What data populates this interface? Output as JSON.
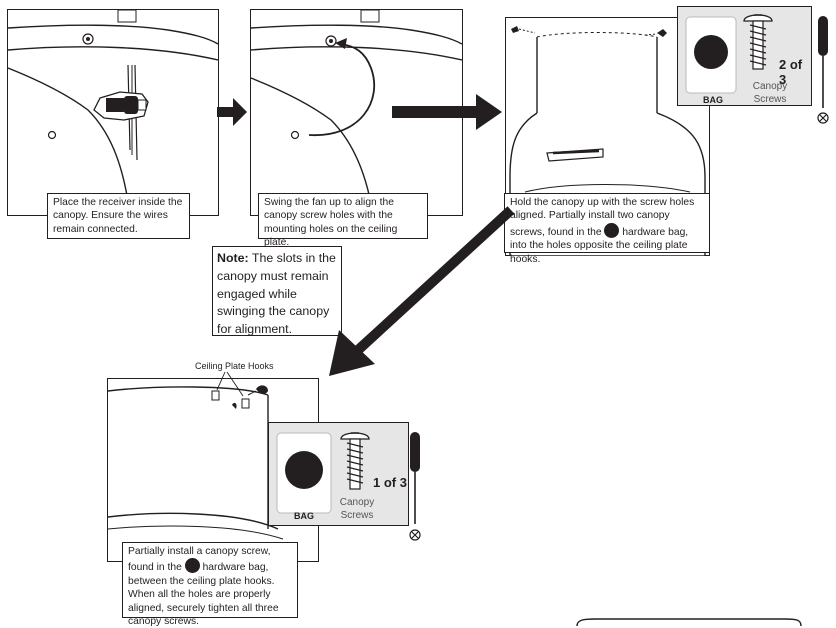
{
  "steps": {
    "step1": {
      "caption": "Place the receiver inside the canopy. Ensure the wires remain connected."
    },
    "step2": {
      "caption": "Swing the fan up to align the canopy screw holes with the mounting holes on the ceiling plate."
    },
    "step3": {
      "caption_before": "Hold the canopy up with the screw holes aligned. Partially install two canopy screws, found in the",
      "caption_after": "hardware bag, into the holes opposite the ceiling plate hooks.",
      "inset": {
        "bag_label": "BAG",
        "screws_label": "Canopy Screws",
        "count": "2 of 3"
      }
    },
    "step4": {
      "callout": "Ceiling Plate Hooks",
      "caption_before": "Partially install a canopy screw, found in the",
      "caption_after": "hardware bag, between the ceiling plate hooks. When all the holes are properly aligned, securely tighten all three canopy screws.",
      "inset": {
        "bag_label": "BAG",
        "screws_label": "Canopy Screws",
        "count": "1 of 3"
      }
    }
  },
  "note": {
    "label": "Note:",
    "text": "The slots in the canopy must remain engaged while swinging the canopy for alignment."
  },
  "colors": {
    "ink": "#231f20",
    "inset_bg": "#e6e6e6",
    "canopy_fill": "#ffffff"
  }
}
